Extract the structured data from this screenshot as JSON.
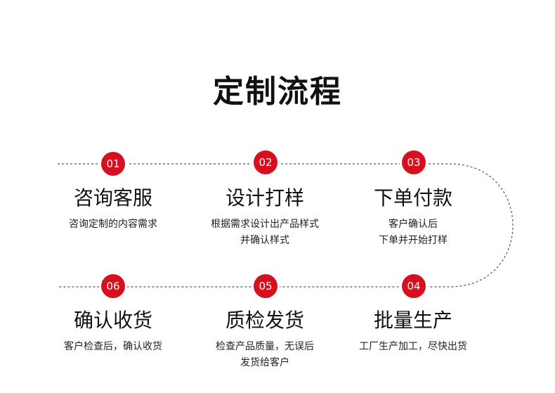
{
  "title": "定制流程",
  "colors": {
    "badge": "#d6101f",
    "line": "#555555"
  },
  "steps": [
    {
      "number": "01",
      "title": "咨询客服",
      "desc": [
        "咨询定制的内容需求"
      ]
    },
    {
      "number": "02",
      "title": "设计打样",
      "desc": [
        "根据需求设计出产品样式",
        "并确认样式"
      ]
    },
    {
      "number": "03",
      "title": "下单付款",
      "desc": [
        "客户确认后",
        "下单并开始打样"
      ]
    },
    {
      "number": "04",
      "title": "批量生产",
      "desc": [
        "工厂生产加工，尽快出货"
      ]
    },
    {
      "number": "05",
      "title": "质检发货",
      "desc": [
        "检查产品质量，无误后",
        "发货给客户"
      ]
    },
    {
      "number": "06",
      "title": "确认收货",
      "desc": [
        "客户检查后，确认收货"
      ]
    }
  ]
}
